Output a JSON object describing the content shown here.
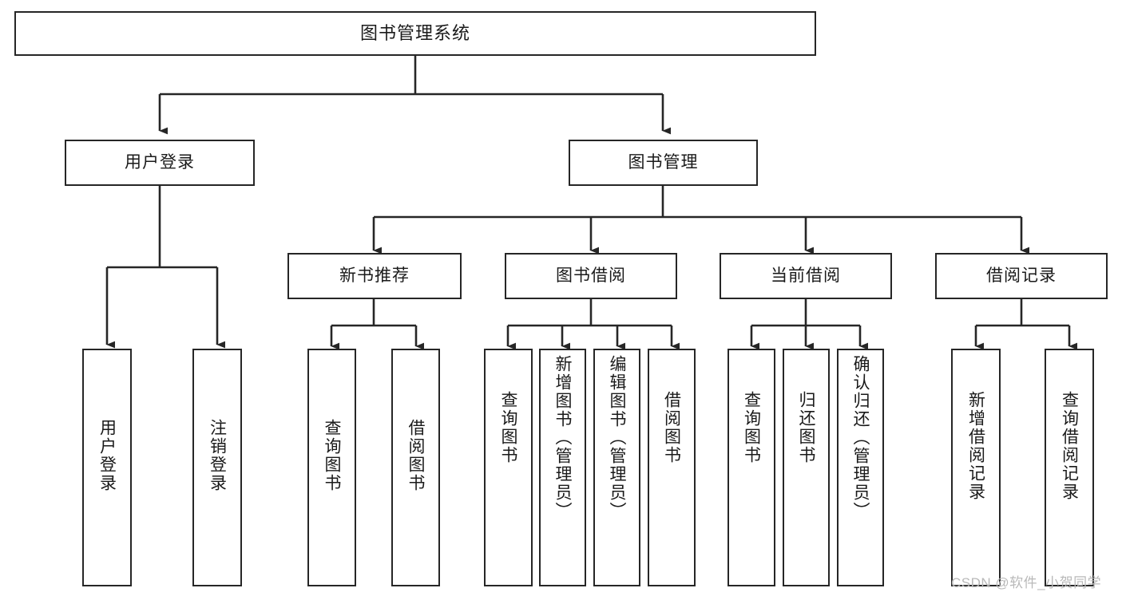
{
  "diagram": {
    "title": "图书管理系统",
    "type": "tree",
    "watermark": "CSDN @软件_小贺同学",
    "colors": {
      "stroke": "#262626",
      "fill": "#ffffff",
      "watermark": "#b9b9b9"
    },
    "nodes": {
      "root": {
        "label": "图书管理系统"
      },
      "level2": [
        {
          "id": "user-login",
          "label": "用户登录"
        },
        {
          "id": "book-manage",
          "label": "图书管理"
        }
      ],
      "level3": [
        {
          "id": "new-book-rec",
          "label": "新书推荐"
        },
        {
          "id": "book-borrow",
          "label": "图书借阅"
        },
        {
          "id": "current-borrow",
          "label": "当前借阅"
        },
        {
          "id": "borrow-record",
          "label": "借阅记录"
        }
      ],
      "leaves": [
        {
          "id": "leaf-user-login",
          "label": "用户登录",
          "parent": "user-login"
        },
        {
          "id": "leaf-user-logout",
          "label": "注销登录",
          "parent": "user-login"
        },
        {
          "id": "leaf-query-book-1",
          "label": "查询图书",
          "parent": "new-book-rec"
        },
        {
          "id": "leaf-borrow-book-1",
          "label": "借阅图书",
          "parent": "new-book-rec"
        },
        {
          "id": "leaf-query-book-2",
          "label": "查询图书",
          "parent": "book-borrow"
        },
        {
          "id": "leaf-add-book",
          "label": "新增图书（管理员）",
          "parent": "book-borrow"
        },
        {
          "id": "leaf-edit-book",
          "label": "编辑图书（管理员）",
          "parent": "book-borrow"
        },
        {
          "id": "leaf-borrow-book-2",
          "label": "借阅图书",
          "parent": "book-borrow"
        },
        {
          "id": "leaf-query-book-3",
          "label": "查询图书",
          "parent": "current-borrow"
        },
        {
          "id": "leaf-return-book",
          "label": "归还图书",
          "parent": "current-borrow"
        },
        {
          "id": "leaf-confirm-return",
          "label": "确认归还（管理员）",
          "parent": "current-borrow"
        },
        {
          "id": "leaf-add-record",
          "label": "新增借阅记录",
          "parent": "borrow-record"
        },
        {
          "id": "leaf-query-record",
          "label": "查询借阅记录",
          "parent": "borrow-record"
        }
      ]
    }
  }
}
